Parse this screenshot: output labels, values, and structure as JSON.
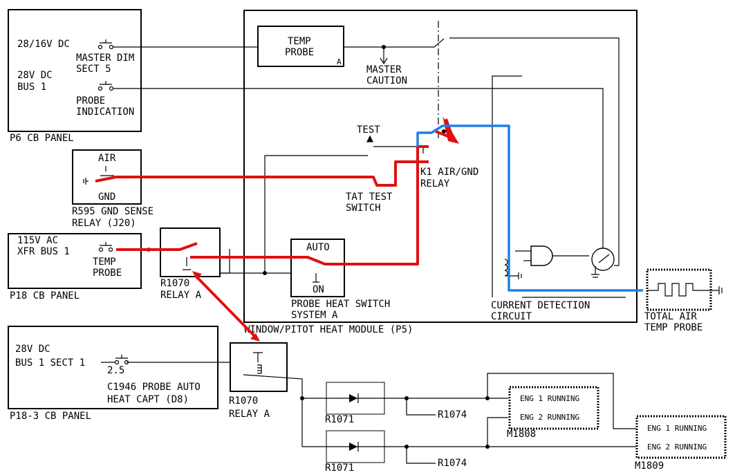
{
  "p6_panel": {
    "title": "P6 CB PANEL",
    "supply1": "28/16V DC",
    "breaker1_l1": "MASTER DIM",
    "breaker1_l2": "SECT 5",
    "supply2_l1": "28V DC",
    "supply2_l2": "BUS 1",
    "breaker2_l1": "PROBE",
    "breaker2_l2": "INDICATION"
  },
  "r595": {
    "label_l1": "R595 GND SENSE",
    "label_l2": "RELAY (J20)",
    "air": "AIR",
    "gnd": "GND"
  },
  "p18_panel": {
    "title": "P18 CB PANEL",
    "supply_l1": "115V AC",
    "supply_l2": "XFR BUS 1",
    "breaker_l1": "TEMP",
    "breaker_l2": "PROBE"
  },
  "r1070_top": {
    "l1": "R1070",
    "l2": "RELAY A"
  },
  "p18_3_panel": {
    "title": "P18-3 CB PANEL",
    "supply_l1": "28V DC",
    "supply_l2": "BUS 1 SECT 1",
    "rating": "2.5",
    "breaker_l1": "C1946 PROBE AUTO",
    "breaker_l2": "HEAT CAPT (D8)"
  },
  "r1070_bottom": {
    "l1": "R1070",
    "l2": "RELAY A"
  },
  "module": {
    "title": "WINDOW/PITOT HEAT MODULE (P5)",
    "temp_probe_l1": "TEMP",
    "temp_probe_l2": "PROBE",
    "temp_probe_tag": "A",
    "master_caution_l1": "MASTER",
    "master_caution_l2": "CAUTION",
    "test": "TEST",
    "tat_l1": "TAT TEST",
    "tat_l2": "SWITCH",
    "k1_l1": "K1 AIR/GND",
    "k1_l2": "RELAY",
    "auto": "AUTO",
    "on": "ON",
    "probe_heat_l1": "PROBE HEAT SWITCH",
    "probe_heat_l2": "SYSTEM A",
    "cdc_l1": "CURRENT DETECTION",
    "cdc_l2": "CIRCUIT"
  },
  "tat_probe": {
    "l1": "TOTAL AIR",
    "l2": "TEMP PROBE"
  },
  "diodes": {
    "d1": "R1071",
    "d2": "R1071",
    "r1": "R1074",
    "r2": "R1074"
  },
  "m1808": {
    "label": "M1808",
    "eng1": "ENG 1 RUNNING",
    "eng2": "ENG 2 RUNNING"
  },
  "m1809": {
    "label": "M1809",
    "eng1": "ENG 1 RUNNING",
    "eng2": "ENG 2 RUNNING"
  },
  "colors": {
    "red_path": "#e01010",
    "blue_path": "#1f7fe6"
  }
}
